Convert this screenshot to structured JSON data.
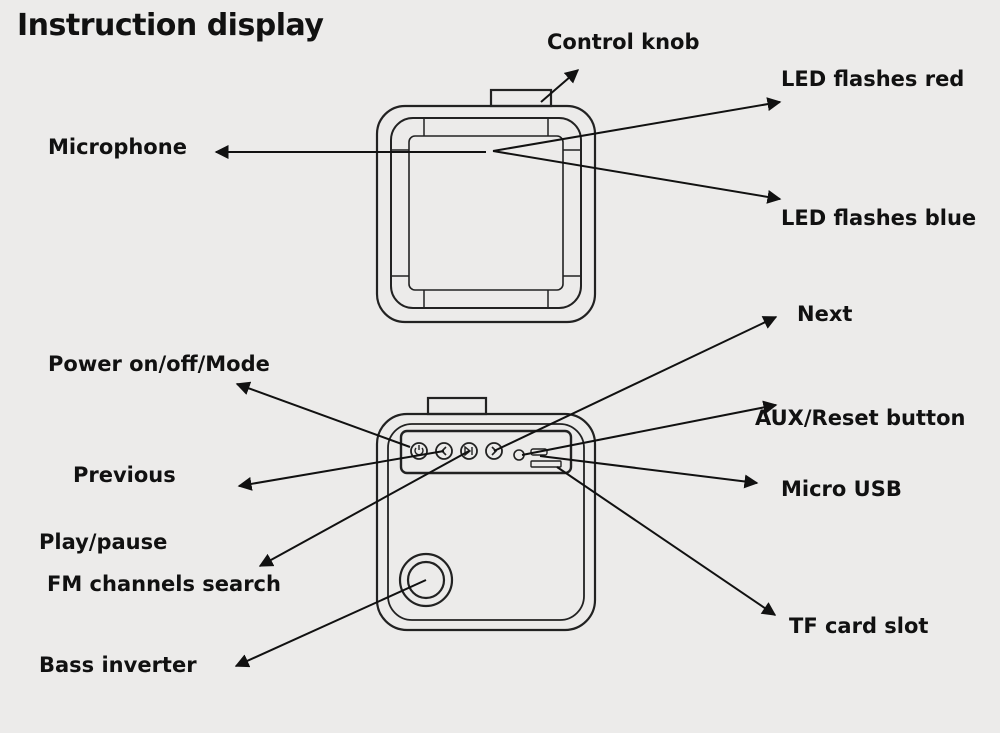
{
  "title": "Instruction display",
  "front_view": {
    "labels": {
      "control_knob": "Control knob",
      "led_red": "LED flashes red",
      "microphone": "Microphone",
      "led_blue": "LED flashes blue"
    }
  },
  "back_view": {
    "labels": {
      "next": "Next",
      "power": "Power on/off/Mode",
      "aux_reset": "AUX/Reset button",
      "previous": "Previous",
      "micro_usb": "Micro USB",
      "play_pause": "Play/pause",
      "fm_search": "FM channels search",
      "tf_slot": "TF card slot",
      "bass_inverter": "Bass inverter"
    }
  },
  "colors": {
    "background": "#ecebea",
    "line": "#111111"
  }
}
